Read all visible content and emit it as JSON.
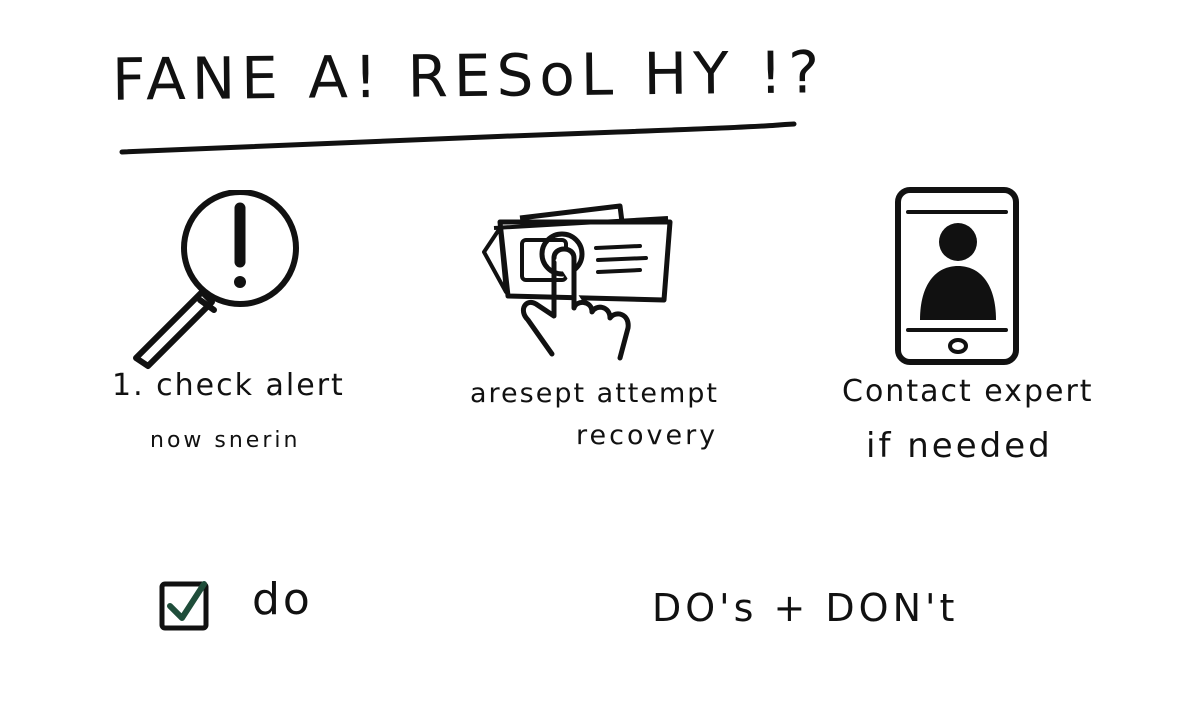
{
  "title": "FANE A! RESoL HY !?",
  "steps": [
    {
      "label": "1. check alert",
      "sublabel": "now snerin",
      "icon": "magnifier-alert-icon"
    },
    {
      "label": "aresept attempt",
      "sublabel": "recovery",
      "icon": "hand-tap-card-icon"
    },
    {
      "label": "Contact expert",
      "sublabel": "if needed",
      "icon": "phone-contact-icon"
    }
  ],
  "footer": {
    "checkbox_label": "do",
    "checkbox_checked": true,
    "right_label": "DO's + DON't",
    "checkbox_color": "#1f4d3a"
  }
}
